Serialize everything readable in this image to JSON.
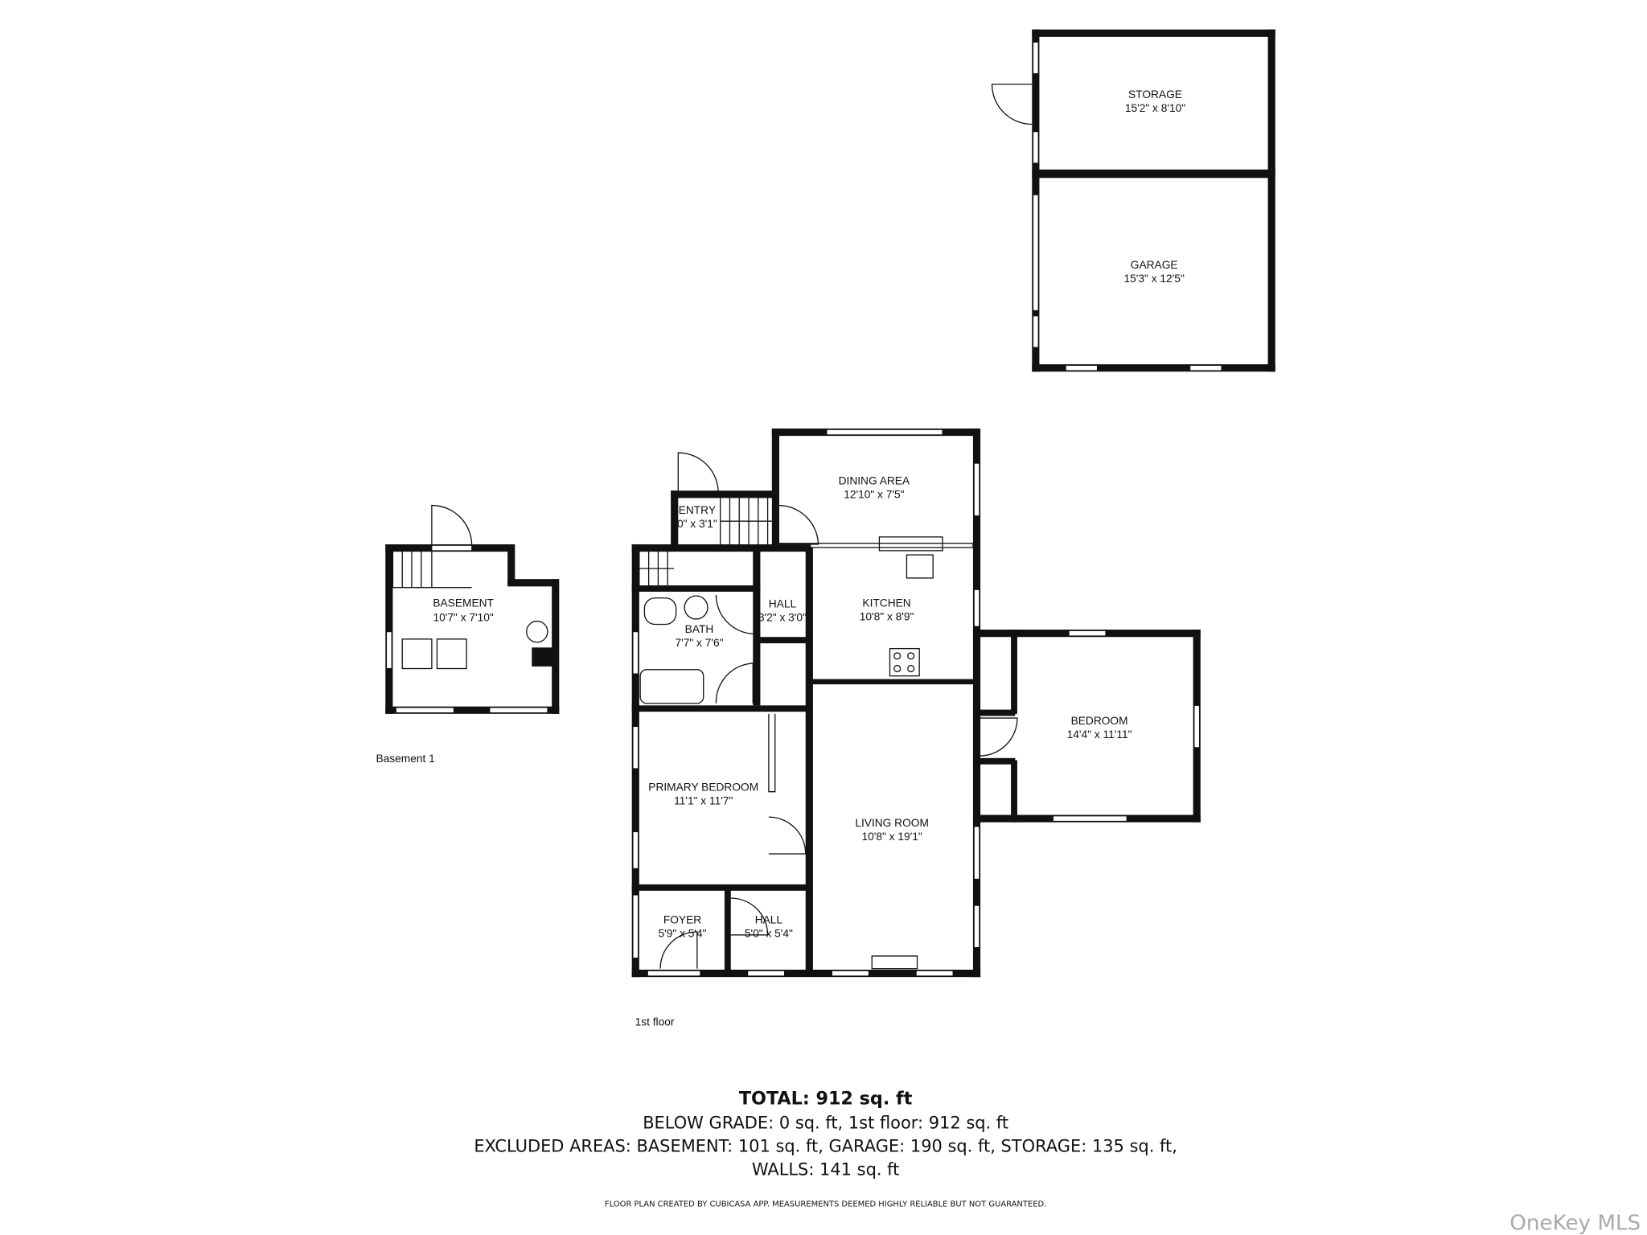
{
  "rooms": {
    "storage": {
      "name": "STORAGE",
      "size": "15'2\" x 8'10\""
    },
    "garage": {
      "name": "GARAGE",
      "size": "15'3\" x 12'5\""
    },
    "basement": {
      "name": "BASEMENT",
      "size": "10'7\" x 7'10\""
    },
    "dining": {
      "name": "DINING AREA",
      "size": "12'10\" x 7'5\""
    },
    "entry": {
      "name": "ENTRY",
      "size": "0\" x 3'1\""
    },
    "hall1": {
      "name": "HALL",
      "size": "3'2\" x 3'0\""
    },
    "kitchen": {
      "name": "KITCHEN",
      "size": "10'8\" x 8'9\""
    },
    "bath": {
      "name": "BATH",
      "size": "7'7\" x 7'6\""
    },
    "bedroom": {
      "name": "BEDROOM",
      "size": "14'4\" x 11'11\""
    },
    "primary_bedroom": {
      "name": "PRIMARY BEDROOM",
      "size": "11'1\" x 11'7\""
    },
    "living": {
      "name": "LIVING ROOM",
      "size": "10'8\" x 19'1\""
    },
    "foyer": {
      "name": "FOYER",
      "size": "5'9\" x 5'4\""
    },
    "hall2": {
      "name": "HALL",
      "size": "5'0\" x 5'4\""
    }
  },
  "floor_labels": {
    "basement": "Basement 1",
    "first": "1st floor"
  },
  "summary": {
    "total": "TOTAL: 912 sq. ft",
    "line1": "BELOW GRADE: 0 sq. ft, 1st floor: 912 sq. ft",
    "line2": "EXCLUDED AREAS: BASEMENT: 101 sq. ft, GARAGE: 190 sq. ft, STORAGE: 135 sq. ft,",
    "line3": "WALLS: 141 sq. ft",
    "disclaimer": "FLOOR PLAN CREATED BY CUBICASA APP. MEASUREMENTS DEEMED HIGHLY RELIABLE BUT NOT GUARANTEED."
  },
  "watermark": "OneKey MLS"
}
